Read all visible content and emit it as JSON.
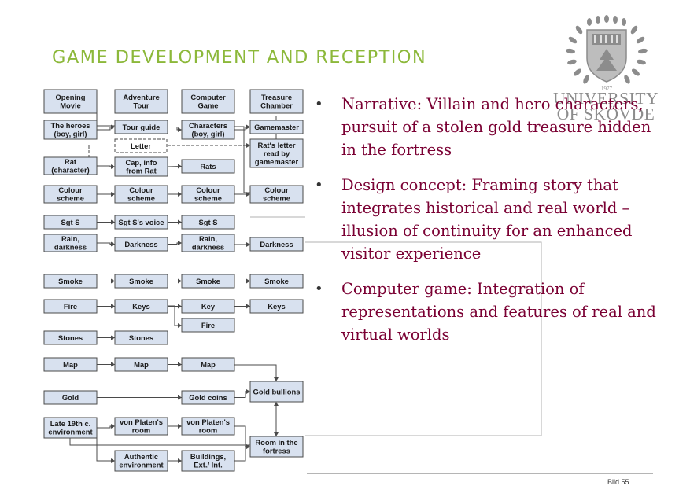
{
  "slide": {
    "title": "GAME DEVELOPMENT AND RECEPTION",
    "page_number": "Bild 55",
    "accent_color": "#8cb83a",
    "bullet_color": "#7a0033"
  },
  "logo": {
    "line1": "UNIVERSITY",
    "line2": "OF SKÖVDE",
    "year": "1977"
  },
  "bullets": [
    "Narrative:  Villain and hero characters, pursuit of a stolen gold treasure hidden in the fortress",
    "Design concept: Framing story that integrates historical and real world – illusion of continuity for an enhanced visitor experience",
    "Computer game: Integration of representations and features of real and virtual worlds"
  ],
  "diagram": {
    "nodes": [
      {
        "id": "opening",
        "lines": [
          "Opening",
          "Movie"
        ]
      },
      {
        "id": "adventure",
        "lines": [
          "Adventure",
          "Tour"
        ]
      },
      {
        "id": "computer",
        "lines": [
          "Computer",
          "Game"
        ]
      },
      {
        "id": "treasure",
        "lines": [
          "Treasure",
          "Chamber"
        ]
      },
      {
        "id": "heroes",
        "lines": [
          "The heroes",
          "(boy, girl)"
        ]
      },
      {
        "id": "tourguide",
        "lines": [
          "Tour guide"
        ]
      },
      {
        "id": "characters",
        "lines": [
          "Characters",
          "(boy, girl)"
        ]
      },
      {
        "id": "gamemaster",
        "lines": [
          "Gamemaster"
        ]
      },
      {
        "id": "letter",
        "lines": [
          "Letter"
        ]
      },
      {
        "id": "ratsletter",
        "lines": [
          "Rat's letter",
          "read by",
          "gamemaster"
        ]
      },
      {
        "id": "rat",
        "lines": [
          "Rat",
          "(character)"
        ]
      },
      {
        "id": "capinfo",
        "lines": [
          "Cap, info",
          "from Rat"
        ]
      },
      {
        "id": "rats",
        "lines": [
          "Rats"
        ]
      },
      {
        "id": "colour1",
        "lines": [
          "Colour",
          "scheme"
        ]
      },
      {
        "id": "colour2",
        "lines": [
          "Colour",
          "scheme"
        ]
      },
      {
        "id": "colour3",
        "lines": [
          "Colour",
          "scheme"
        ]
      },
      {
        "id": "colour4",
        "lines": [
          "Colour",
          "scheme"
        ]
      },
      {
        "id": "sgts1",
        "lines": [
          "Sgt S"
        ]
      },
      {
        "id": "sgtsvoice",
        "lines": [
          "Sgt S's voice"
        ]
      },
      {
        "id": "sgts3",
        "lines": [
          "Sgt S"
        ]
      },
      {
        "id": "rain1",
        "lines": [
          "Rain,",
          "darkness"
        ]
      },
      {
        "id": "darkness2",
        "lines": [
          "Darkness"
        ]
      },
      {
        "id": "rain3",
        "lines": [
          "Rain,",
          "darkness"
        ]
      },
      {
        "id": "darkness4",
        "lines": [
          "Darkness"
        ]
      },
      {
        "id": "smoke1",
        "lines": [
          "Smoke"
        ]
      },
      {
        "id": "smoke2",
        "lines": [
          "Smoke"
        ]
      },
      {
        "id": "smoke3",
        "lines": [
          "Smoke"
        ]
      },
      {
        "id": "smoke4",
        "lines": [
          "Smoke"
        ]
      },
      {
        "id": "fire1",
        "lines": [
          "Fire"
        ]
      },
      {
        "id": "keys2",
        "lines": [
          "Keys"
        ]
      },
      {
        "id": "key3",
        "lines": [
          "Key"
        ]
      },
      {
        "id": "keys4",
        "lines": [
          "Keys"
        ]
      },
      {
        "id": "fire3",
        "lines": [
          "Fire"
        ]
      },
      {
        "id": "stones1",
        "lines": [
          "Stones"
        ]
      },
      {
        "id": "stones2",
        "lines": [
          "Stones"
        ]
      },
      {
        "id": "map1",
        "lines": [
          "Map"
        ]
      },
      {
        "id": "map2",
        "lines": [
          "Map"
        ]
      },
      {
        "id": "map3",
        "lines": [
          "Map"
        ]
      },
      {
        "id": "goldbullions",
        "lines": [
          "Gold bullions"
        ]
      },
      {
        "id": "gold1",
        "lines": [
          "Gold"
        ]
      },
      {
        "id": "goldcoins",
        "lines": [
          "Gold coins"
        ]
      },
      {
        "id": "late19",
        "lines": [
          "Late 19th c.",
          "environment"
        ]
      },
      {
        "id": "vonplaten2",
        "lines": [
          "von Platen's",
          "room"
        ]
      },
      {
        "id": "vonplaten3",
        "lines": [
          "von Platen's",
          "room"
        ]
      },
      {
        "id": "roomfortress",
        "lines": [
          "Room in the",
          "fortress"
        ]
      },
      {
        "id": "authentic",
        "lines": [
          "Authentic",
          "environment"
        ]
      },
      {
        "id": "buildings",
        "lines": [
          "Buildings,",
          "Ext./ Int."
        ]
      }
    ],
    "edges": [
      {
        "from": "heroes",
        "to": "tourguide"
      },
      {
        "from": "tourguide",
        "to": "characters"
      },
      {
        "from": "characters",
        "to": "gamemaster"
      },
      {
        "from": "rat",
        "to": "capinfo"
      },
      {
        "from": "capinfo",
        "to": "rats"
      },
      {
        "from": "colour1",
        "to": "colour2"
      },
      {
        "from": "colour2",
        "to": "colour3"
      },
      {
        "from": "colour3",
        "to": "colour4"
      },
      {
        "from": "sgts1",
        "to": "sgtsvoice"
      },
      {
        "from": "sgtsvoice",
        "to": "sgts3"
      },
      {
        "from": "rain1",
        "to": "darkness2"
      },
      {
        "from": "darkness2",
        "to": "rain3"
      },
      {
        "from": "smoke1",
        "to": "smoke2"
      },
      {
        "from": "smoke2",
        "to": "smoke3"
      },
      {
        "from": "smoke3",
        "to": "smoke4"
      },
      {
        "from": "fire1",
        "to": "keys2"
      },
      {
        "from": "keys2",
        "to": "key3"
      },
      {
        "from": "key3",
        "to": "keys4"
      },
      {
        "from": "stones1",
        "to": "stones2"
      },
      {
        "from": "map1",
        "to": "map2"
      },
      {
        "from": "map2",
        "to": "map3"
      },
      {
        "from": "gold1",
        "to": "goldcoins"
      },
      {
        "from": "goldcoins",
        "to": "goldbullions"
      },
      {
        "from": "late19",
        "to": "vonplaten2"
      },
      {
        "from": "vonplaten2",
        "to": "vonplaten3"
      },
      {
        "from": "vonplaten3",
        "to": "roomfortress"
      },
      {
        "from": "authentic",
        "to": "buildings"
      },
      {
        "from": "buildings",
        "to": "roomfortress"
      }
    ]
  }
}
